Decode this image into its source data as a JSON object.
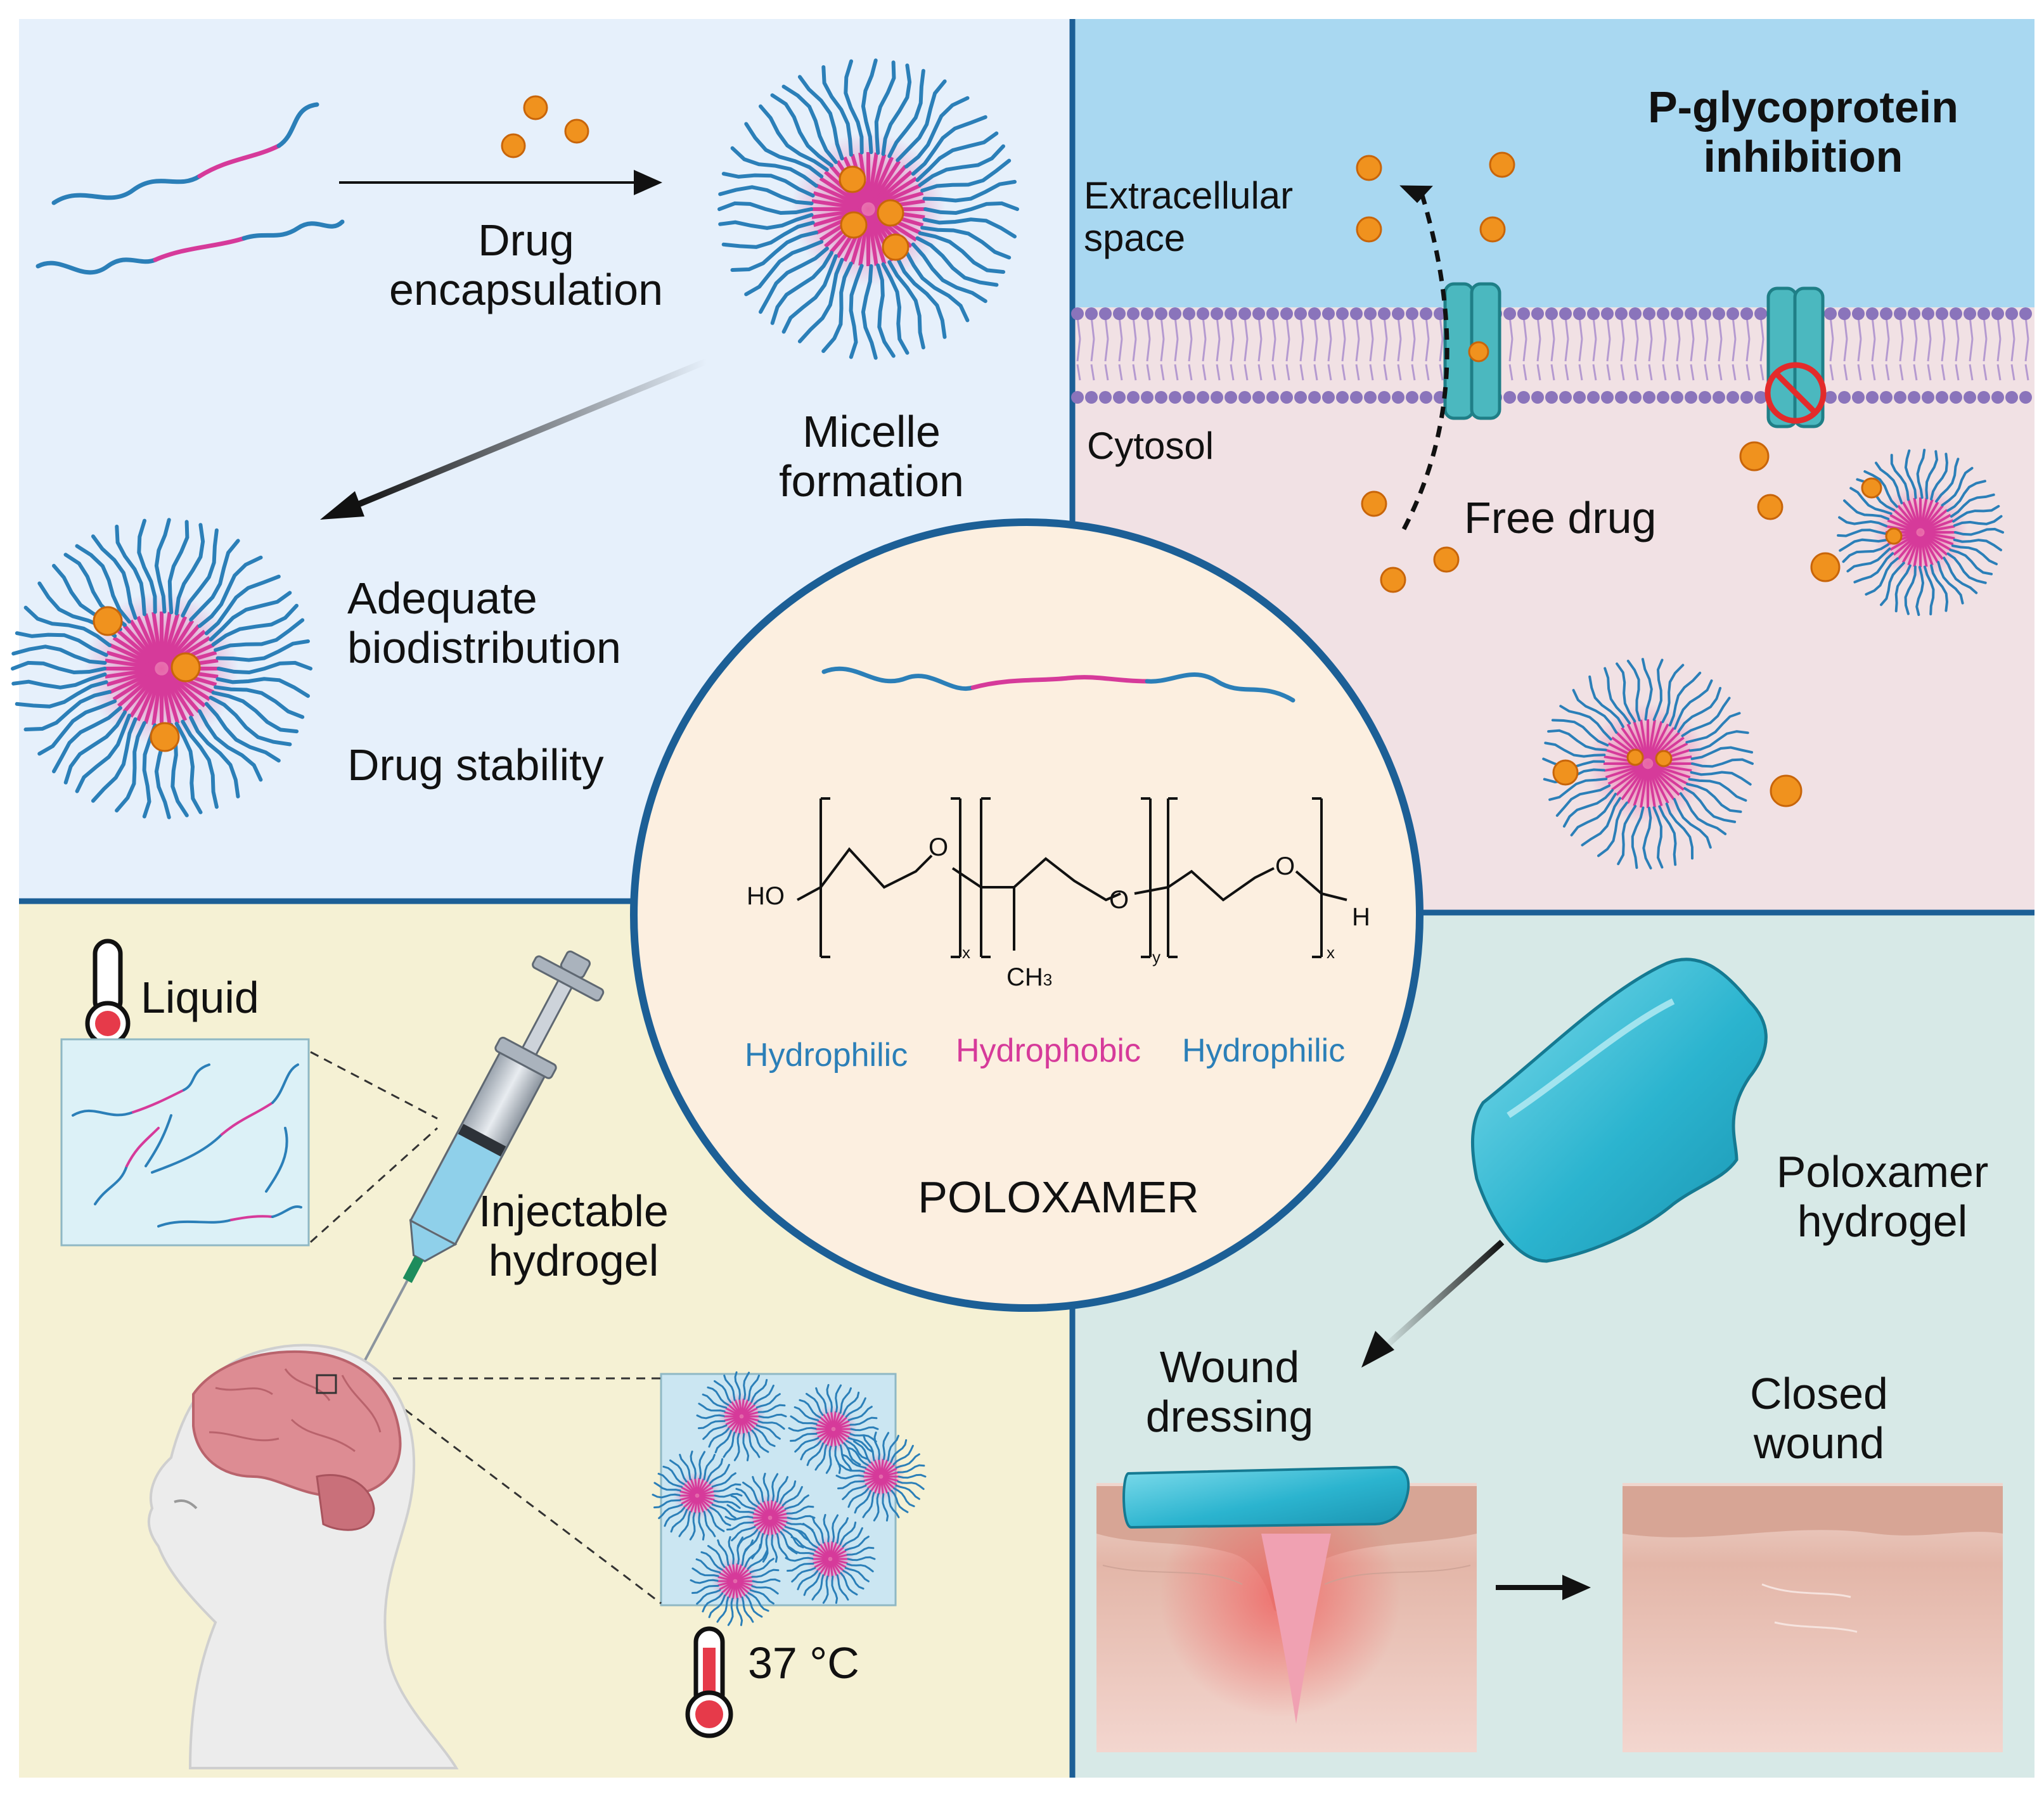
{
  "colors": {
    "hydrophilic": "#2b7fb8",
    "hydrophobic": "#d63a9a",
    "drug": "#f0921e",
    "panel_top_left": "#e6f0fb",
    "panel_top_right_top": "#a9d8f1",
    "panel_top_right_bottom": "#f1e1e4",
    "panel_bottom_left": "#f5f1d4",
    "panel_bottom_right": "#d7e9e7",
    "center": "#fcefe0",
    "border": "#1c5f96"
  },
  "top_left": {
    "drug_encapsulation": [
      "Drug",
      "encapsulation"
    ],
    "micelle_formation": [
      "Micelle",
      "formation"
    ],
    "adequate_biodistribution": [
      "Adequate",
      "biodistribution"
    ],
    "drug_stability": "Drug stability"
  },
  "top_right": {
    "title": [
      "P-glycoprotein",
      "inhibition"
    ],
    "extracellular": [
      "Extracellular",
      "space"
    ],
    "cytosol": "Cytosol",
    "free_drug": "Free drug"
  },
  "center": {
    "formula": {
      "ho": "HO",
      "o": "O",
      "h": "H",
      "ch3": "CH",
      "ch3_sub": "3",
      "x": "x",
      "y": "y"
    },
    "segments": [
      "Hydrophilic",
      "Hydrophobic",
      "Hydrophilic"
    ],
    "name": "POLOXAMER"
  },
  "bottom_left": {
    "liquid": "Liquid",
    "injectable_hydrogel": [
      "Injectable",
      "hydrogel"
    ],
    "temperature": "37 °C"
  },
  "bottom_right": {
    "poloxamer_hydrogel": [
      "Poloxamer",
      "hydrogel"
    ],
    "wound_dressing": [
      "Wound",
      "dressing"
    ],
    "closed_wound": [
      "Closed",
      "wound"
    ]
  }
}
